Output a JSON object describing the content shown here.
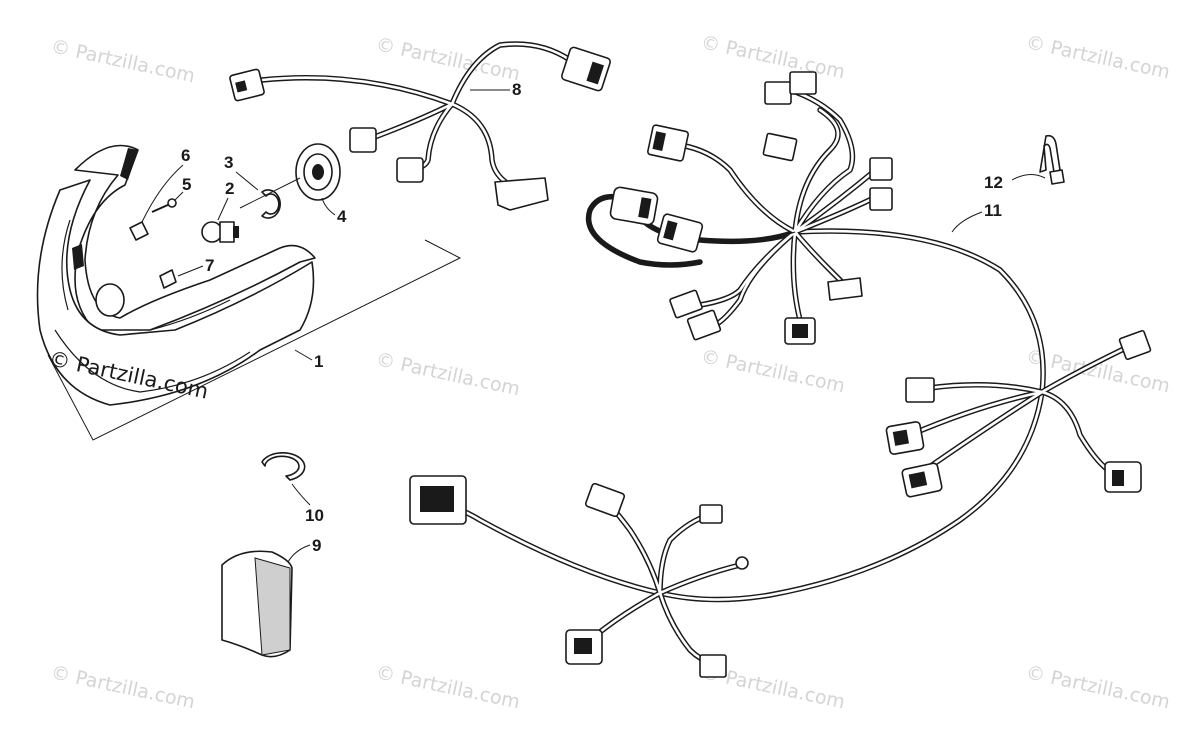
{
  "watermark": {
    "text": "© Partzilla.com"
  },
  "callouts": {
    "c1": "1",
    "c2": "2",
    "c3": "3",
    "c4": "4",
    "c5": "5",
    "c6": "6",
    "c7": "7",
    "c8": "8",
    "c9": "9",
    "c10": "10",
    "c11": "11",
    "c12": "12"
  },
  "colors": {
    "line": "#1a1a1a",
    "watermark": "#d4d4d4",
    "background": "#ffffff"
  }
}
